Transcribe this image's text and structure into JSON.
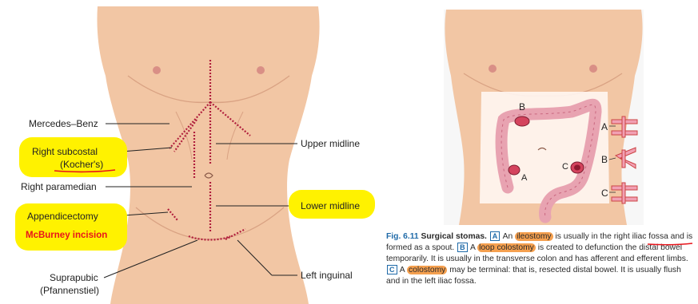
{
  "left_figure": {
    "labels": {
      "mercedes_benz": "Mercedes–Benz",
      "right_subcostal": "Right subcostal",
      "kochers": "(Kocher's)",
      "right_paramedian": "Right paramedian",
      "appendicectomy": "Appendicectomy",
      "mcburney": "McBurney incision",
      "suprapubic": "Suprapubic",
      "pfannenstiel": "(Pfannenstiel)",
      "upper_midline": "Upper midline",
      "lower_midline": "Lower midline",
      "left_inguinal": "Left inguinal"
    },
    "highlight_color": "#fff200",
    "annotation_color": "#e8141b",
    "incision_color": "#b01e3c",
    "skin_color": "#f2c6a4"
  },
  "right_figure": {
    "marker_B_top": "B",
    "marker_A": "A",
    "marker_C": "C",
    "side_A": "A",
    "side_B": "B",
    "side_C": "C"
  },
  "caption": {
    "fig": "Fig. 6.11",
    "title": "Surgical stomas.",
    "A": "A",
    "an": "An",
    "ileostomy": "ileostomy",
    "t1": "is usually in the right iliac fossa and is formed as a spout.",
    "B": "B",
    "a1": "A",
    "loop_colostomy": "loop colostomy",
    "t2": "is created to defunction the distal bowel temporarily. It is usually in the transverse colon and has afferent and efferent limbs.",
    "C": "C",
    "a2": "A",
    "colostomy": "colostomy",
    "t3": "may be terminal: that is, resected distal bowel. It is usually flush and in the left iliac fossa.",
    "highlight_color": "#f5a04f",
    "fig_color": "#1f6aa8"
  }
}
